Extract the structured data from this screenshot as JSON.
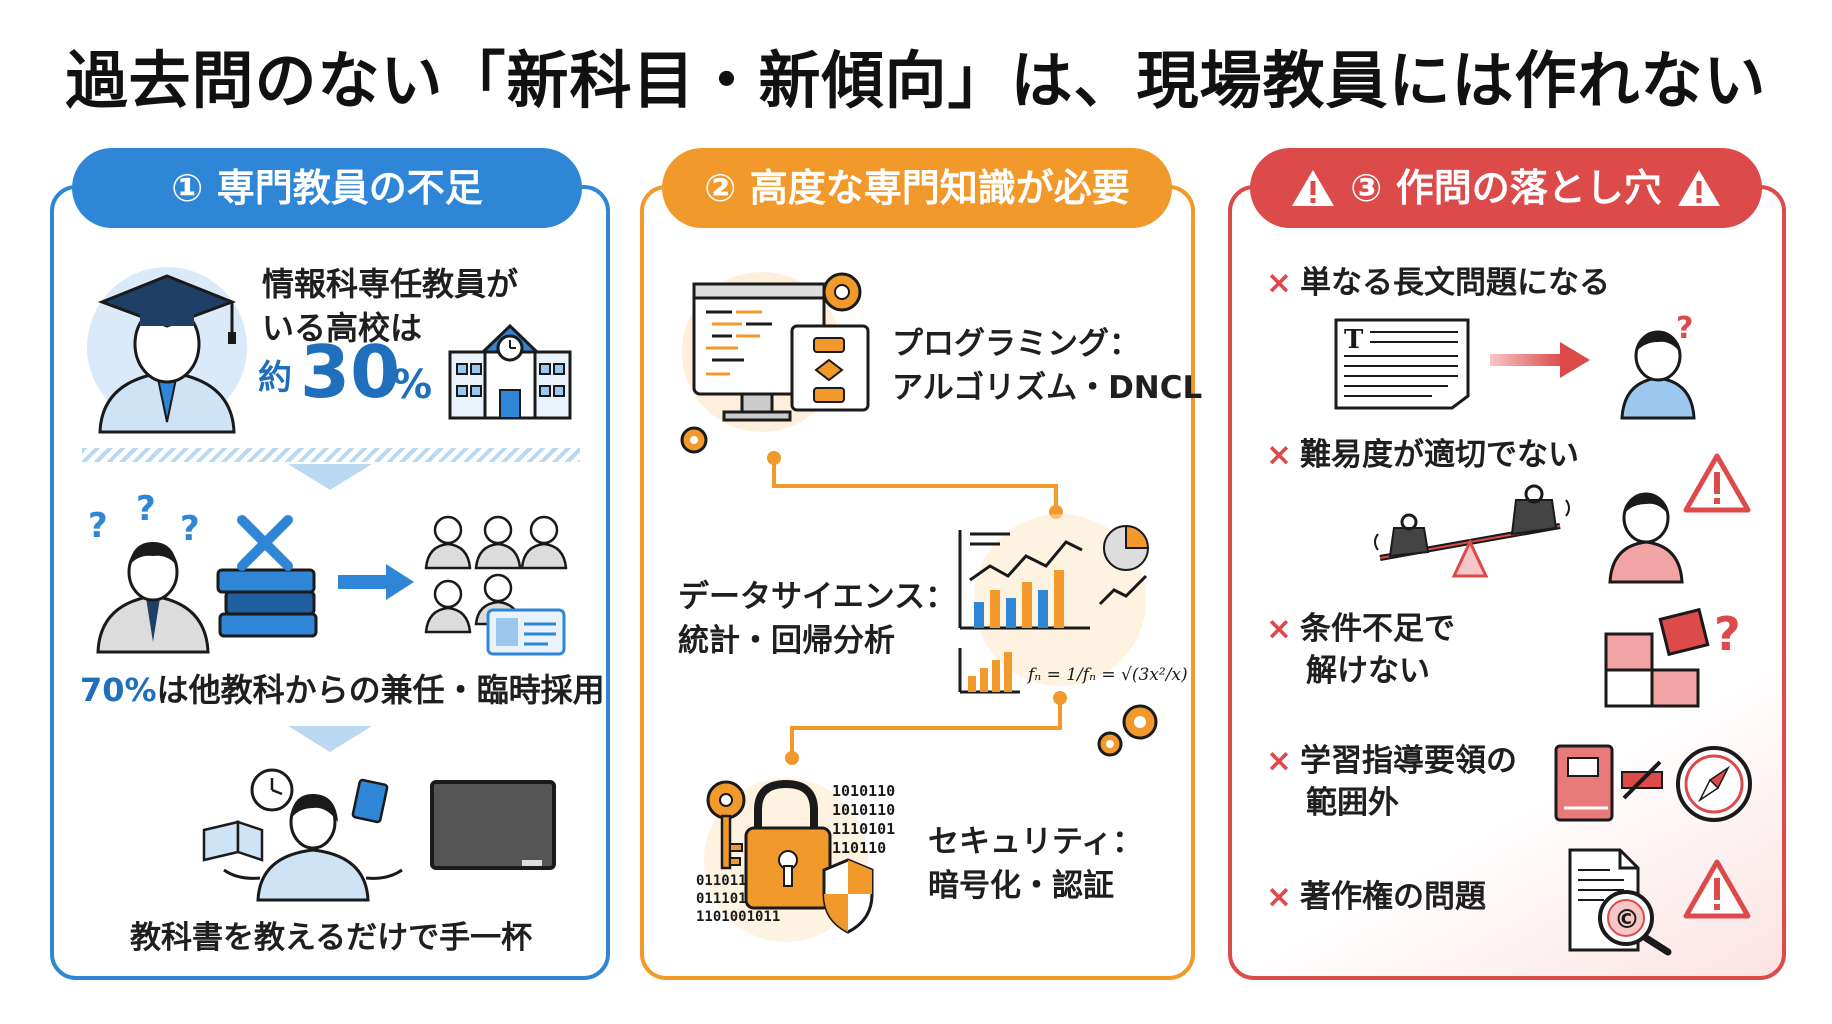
{
  "title": "過去問のない「新科目・新傾向」は、現場教員には作れない",
  "panel1": {
    "header": "① 専門教員の不足",
    "teacher_line1": "情報科専任教員が",
    "teacher_line2": "いる高校は",
    "approx": "約",
    "percent_value": "30",
    "percent_sign": "%",
    "seventy_value": "70%",
    "seventy_text": "は他教科からの兼任・臨時採用",
    "busy_text": "教科書を教えるだけで手一杯"
  },
  "panel2": {
    "header": "② 高度な専門知識が必要",
    "prog_line1": "プログラミング：",
    "prog_line2": "アルゴリズム・DNCL",
    "data_line1": "データサイエンス：",
    "data_line2": "統計・回帰分析",
    "sec_line1": "セキュリティ：",
    "sec_line2": "暗号化・認証",
    "binary_lines": [
      "1010110",
      "1010110",
      "1110101",
      "110110"
    ],
    "binary_lines_left": [
      "011011",
      "011101",
      "1101001011"
    ],
    "formula": "fₙ = 1/fₙ = √(3x²/x)"
  },
  "panel3": {
    "header": "③ 作問の落とし穴",
    "items": [
      {
        "mark": "×",
        "line1": "単なる長文問題になる",
        "line2": ""
      },
      {
        "mark": "×",
        "line1": "難易度が適切でない",
        "line2": ""
      },
      {
        "mark": "×",
        "line1": "条件不足で",
        "line2": "解けない"
      },
      {
        "mark": "×",
        "line1": "学習指導要領の",
        "line2": "範囲外"
      },
      {
        "mark": "×",
        "line1": "著作権の問題",
        "line2": ""
      }
    ],
    "doc_letter": "T",
    "copyright_symbol": "©"
  },
  "colors": {
    "blue": "#2f86d6",
    "orange": "#f2992b",
    "red": "#dd4a4a"
  }
}
